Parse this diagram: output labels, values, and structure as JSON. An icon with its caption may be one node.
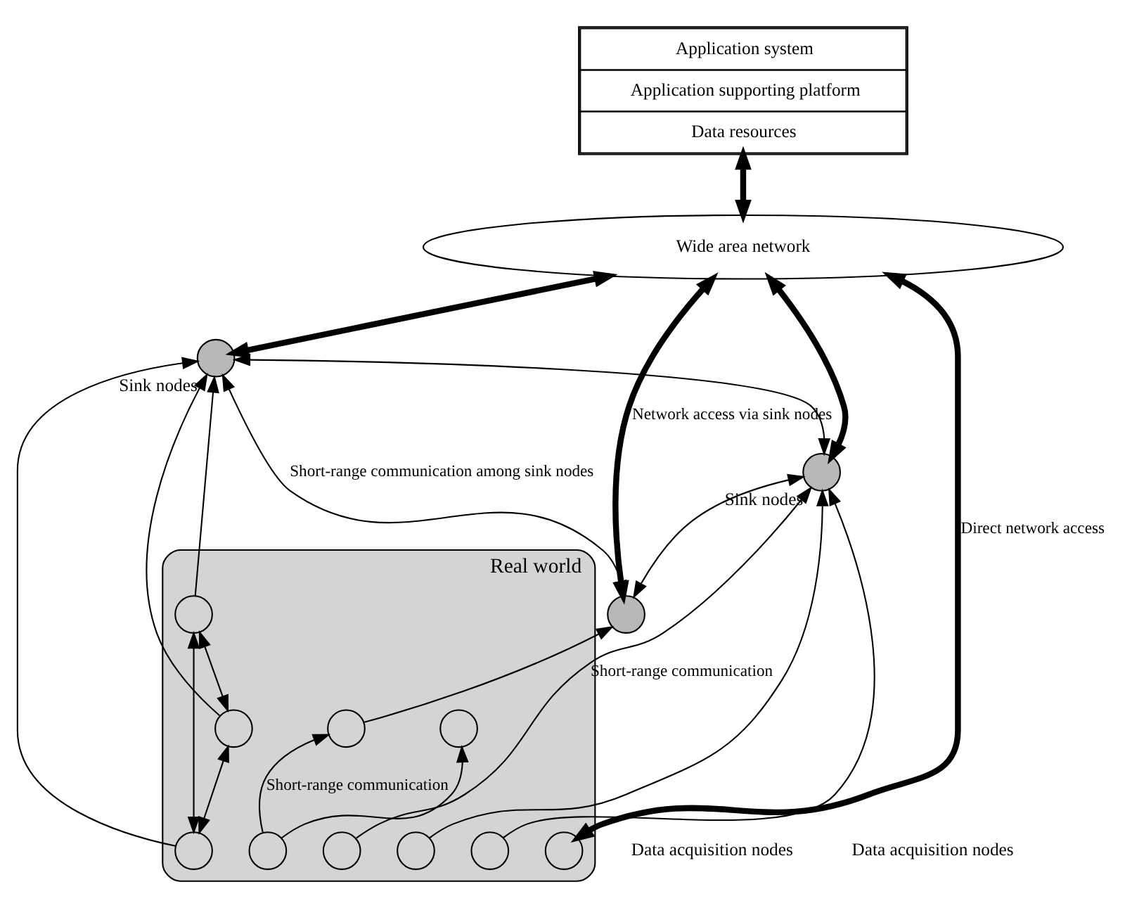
{
  "diagram": {
    "nodes": [
      {
        "text": [
          "Application system",
          "Application supporting platform",
          "Data resources"
        ]
      },
      {
        "text": [
          "Wide area network"
        ]
      },
      {
        "text": [
          "Real world"
        ]
      },
      {
        "text": [],
        "shape": "circle",
        "beside": [
          "Sink nodes"
        ]
      },
      {
        "text": [],
        "shape": "circle"
      },
      {
        "text": [],
        "shape": "circle",
        "beside": [
          "Sink nodes"
        ]
      },
      {
        "text": [],
        "shape": "circle",
        "in": 2
      },
      {
        "text": [],
        "shape": "circle",
        "in": 2
      },
      {
        "text": [],
        "shape": "circle",
        "in": 2
      },
      {
        "text": [],
        "shape": "circle",
        "in": 2
      },
      {
        "text": [],
        "shape": "circle",
        "in": 2
      },
      {
        "text": [],
        "shape": "circle",
        "in": 2
      },
      {
        "text": [],
        "shape": "circle",
        "in": 2
      },
      {
        "text": [],
        "shape": "circle",
        "in": 2
      },
      {
        "text": [],
        "shape": "circle",
        "in": 2
      },
      {
        "text": [],
        "shape": "circle",
        "in": 2
      }
    ],
    "edges": [
      {
        "from": 0,
        "to": 1,
        "arrow": "both",
        "style": "thick"
      },
      {
        "from": 1,
        "to": 3,
        "arrow": "both",
        "style": "thick"
      },
      {
        "from": 1,
        "to": 4,
        "arrow": "both",
        "style": "thick",
        "label": "Network access via sink nodes"
      },
      {
        "from": 1,
        "to": 5,
        "arrow": "both",
        "style": "thick"
      },
      {
        "from": 1,
        "to": 15,
        "arrow": "both",
        "style": "thick",
        "label": "Direct network access"
      },
      {
        "from": 5,
        "to": 3,
        "arrow": "both"
      },
      {
        "from": 3,
        "to": 4,
        "arrow": "both"
      },
      {
        "from": 5,
        "to": 4,
        "arrow": "both",
        "label": "Short-range communication among sink nodes"
      },
      {
        "from": 6,
        "to": 3,
        "arrow": "to",
        "label": "Short-range communication"
      },
      {
        "from": 7,
        "to": 3,
        "arrow": "to"
      },
      {
        "from": 8,
        "to": 3,
        "arrow": "to"
      },
      {
        "from": 9,
        "to": 4,
        "arrow": "to"
      },
      {
        "from": 10,
        "to": 9,
        "arrow": "to",
        "label": "Short-range communication"
      },
      {
        "from": 10,
        "to": 11,
        "arrow": "to"
      },
      {
        "from": 12,
        "to": 5,
        "arrow": "to"
      },
      {
        "from": 13,
        "to": 5,
        "arrow": "to"
      },
      {
        "from": 14,
        "to": 5,
        "arrow": "to"
      },
      {
        "from": 12,
        "to": 14,
        "arrow": "both"
      },
      {
        "from": 12,
        "to": 13,
        "arrow": "both"
      },
      {
        "from": 13,
        "to": 14,
        "arrow": "both"
      }
    ],
    "labels": [
      "Data acquisition nodes",
      "Data acquisition nodes"
    ]
  }
}
